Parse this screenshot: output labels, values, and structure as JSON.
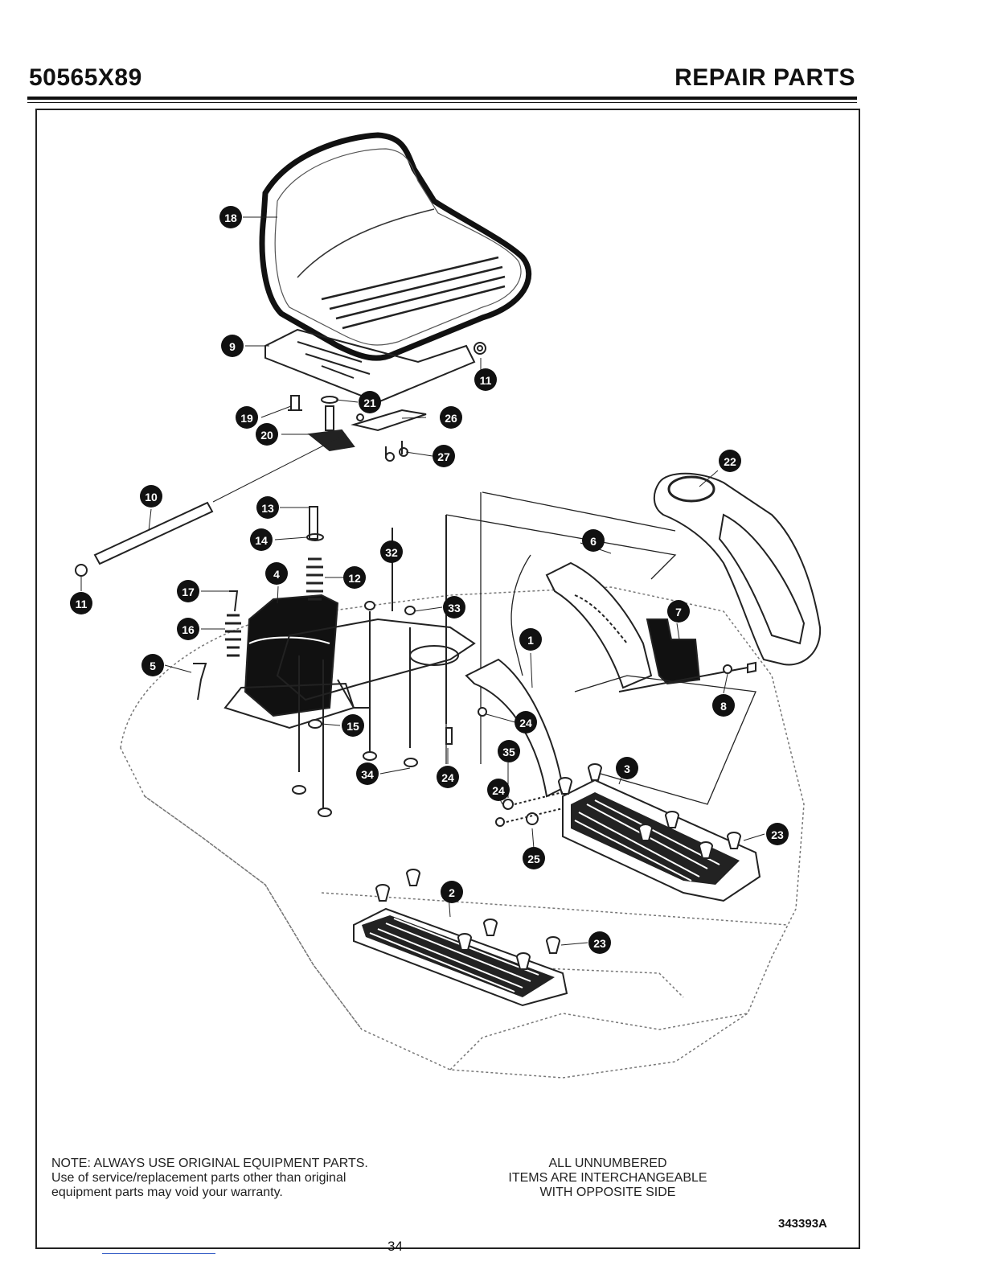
{
  "header": {
    "model": "50565X89",
    "section": "REPAIR PARTS"
  },
  "callouts": [
    {
      "id": "c18",
      "label": "18"
    },
    {
      "id": "c9",
      "label": "9"
    },
    {
      "id": "c11a",
      "label": "11"
    },
    {
      "id": "c21",
      "label": "21"
    },
    {
      "id": "c19",
      "label": "19"
    },
    {
      "id": "c26",
      "label": "26"
    },
    {
      "id": "c20",
      "label": "20"
    },
    {
      "id": "c27",
      "label": "27"
    },
    {
      "id": "c22",
      "label": "22"
    },
    {
      "id": "c10",
      "label": "10"
    },
    {
      "id": "c13",
      "label": "13"
    },
    {
      "id": "c14",
      "label": "14"
    },
    {
      "id": "c32",
      "label": "32"
    },
    {
      "id": "c6",
      "label": "6"
    },
    {
      "id": "c4",
      "label": "4"
    },
    {
      "id": "c12",
      "label": "12"
    },
    {
      "id": "c11b",
      "label": "11"
    },
    {
      "id": "c17",
      "label": "17"
    },
    {
      "id": "c33",
      "label": "33"
    },
    {
      "id": "c7",
      "label": "7"
    },
    {
      "id": "c16",
      "label": "16"
    },
    {
      "id": "c1",
      "label": "1"
    },
    {
      "id": "c5",
      "label": "5"
    },
    {
      "id": "c8",
      "label": "8"
    },
    {
      "id": "c24a",
      "label": "24"
    },
    {
      "id": "c15",
      "label": "15"
    },
    {
      "id": "c35",
      "label": "35"
    },
    {
      "id": "c3",
      "label": "3"
    },
    {
      "id": "c34",
      "label": "34"
    },
    {
      "id": "c24b",
      "label": "24"
    },
    {
      "id": "c24c",
      "label": "24"
    },
    {
      "id": "c23a",
      "label": "23"
    },
    {
      "id": "c25",
      "label": "25"
    },
    {
      "id": "c2",
      "label": "2"
    },
    {
      "id": "c23b",
      "label": "23"
    }
  ],
  "notes": {
    "left": [
      "NOTE: ALWAYS USE ORIGINAL EQUIPMENT PARTS.",
      "Use of service/replacement parts other than original",
      "equipment parts may void your warranty."
    ],
    "right": [
      "ALL UNNUMBERED",
      "ITEMS ARE INTERCHANGEABLE",
      "WITH OPPOSITE SIDE"
    ]
  },
  "drawing_number": "343393A",
  "page_number": "34"
}
